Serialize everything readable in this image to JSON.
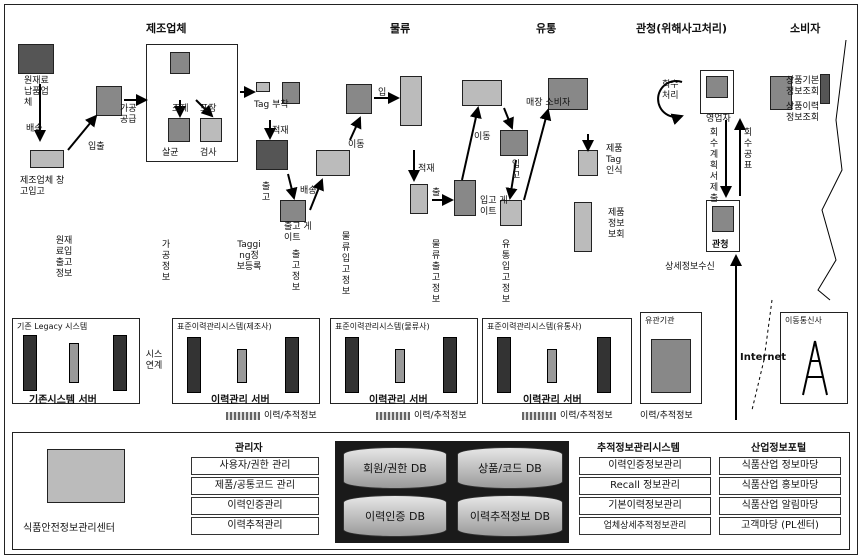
{
  "stages": {
    "manufacturer": "제조업체",
    "distribution": "물류",
    "retail": "유통",
    "government": "관청(위해사고처리)",
    "consumer": "소비자"
  },
  "labels": {
    "raw_supplier": "원재료 납품업체",
    "delivery": "배송",
    "warehouse_in": "제조업체 창고입고",
    "receiving": "입출",
    "processing_supply": "가공 공급",
    "prep": "조제",
    "packing": "포장",
    "sterilize": "살균",
    "inspect": "검사",
    "tag_attach": "Tag 부착",
    "loading1": "적재",
    "shipping": "출고",
    "ship_gate": "출고 게이트",
    "delivery2": "배송",
    "move1": "이동",
    "in1": "입",
    "loading2": "적재",
    "out1": "출",
    "move2": "이동",
    "in_gate": "입고 게이트",
    "in2": "입 고",
    "store_consumer": "매장 소비자",
    "product_tag": "제품 Tag 인식",
    "product_info": "제품 정보 보회",
    "recovery": "회수 처리",
    "business": "영업자",
    "recall_plan": "회수 계획서 제출",
    "recall_notice": "회수 공표",
    "gov_office": "관청",
    "product_base": "상품기본 정보조회",
    "product_history": "상품이력 정보조회",
    "detail_receive": "상세정보수신",
    "raw_in_info": "원재료입출고정보",
    "processing_info": "가공정보",
    "tagging_info": "Tagging정보등록",
    "ship_info": "출고정보",
    "logistics_info": "물류입고정보",
    "logistics_out": "물류출고정보",
    "retail_info": "유통입고정보",
    "internet": "Internet",
    "system_link": "시스 연계"
  },
  "systems": [
    {
      "title": "기존 Legacy 시스템",
      "server": "기존시스템 서버"
    },
    {
      "title": "표준이력관리시스템(제조사)",
      "server": "이력관리 서버"
    },
    {
      "title": "표준이력관리시스템(물류사)",
      "server": "이력관리 서버"
    },
    {
      "title": "표준이력관리시스템(유통사)",
      "server": "이력관리 서버"
    },
    {
      "title": "유관기관",
      "server": ""
    },
    {
      "title": "이동통신사",
      "server": ""
    }
  ],
  "flows": [
    "이력/추적정보",
    "이력/추적정보",
    "이력/추적정보",
    "이력/추적정보"
  ],
  "bottom": {
    "center": "식품안전정보관리센터",
    "admin_title": "관리자",
    "admin_items": [
      "사용자/권한 관리",
      "제품/공통코드 관리",
      "이력인증관리",
      "이력추적관리"
    ],
    "db_items": [
      "회원/권한 DB",
      "상품/코드 DB",
      "이력인증 DB",
      "이력추적정보 DB"
    ],
    "trace_title": "추적정보관리시스템",
    "trace_items": [
      "이력인증정보관리",
      "Recall 정보관리",
      "기본이력정보관리",
      "업체상세추적정보관리"
    ],
    "portal_title": "산업정보포털",
    "portal_items": [
      "식품산업 정보마당",
      "식품산업 홍보마당",
      "식품산업 알림마당",
      "고객마당 (PL센터)"
    ]
  }
}
